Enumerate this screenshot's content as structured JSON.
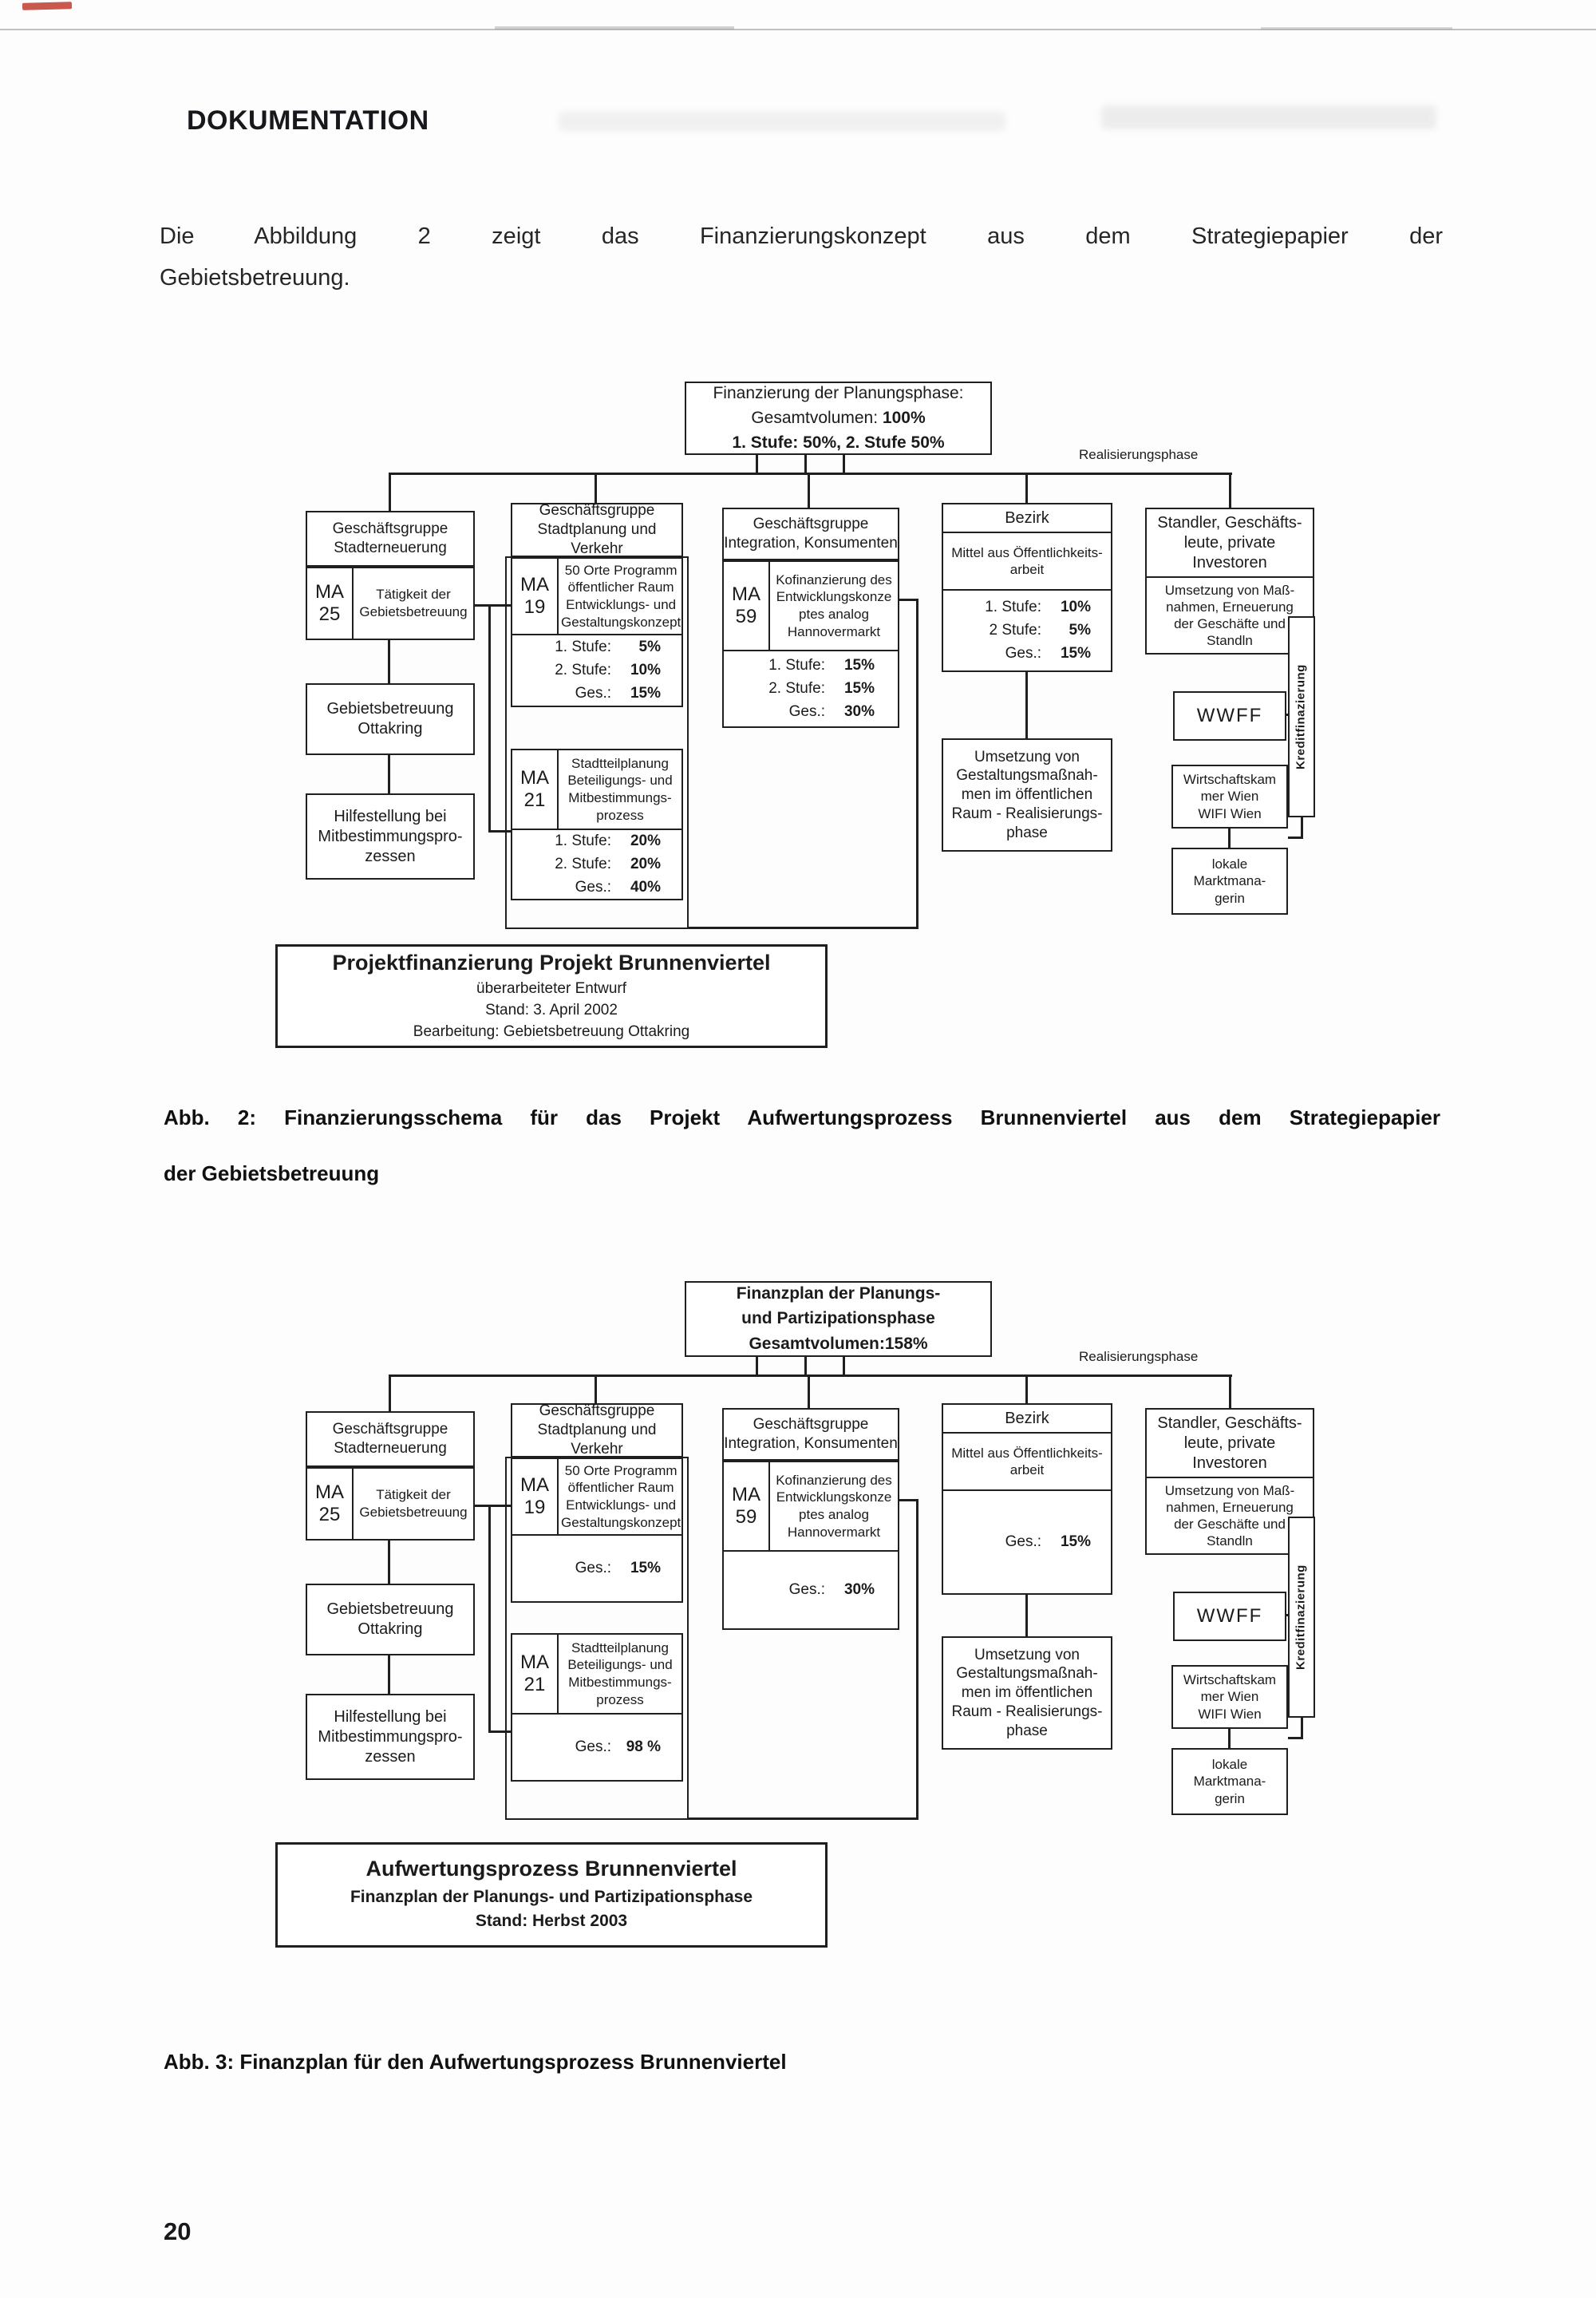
{
  "page": {
    "header": "DOKUMENTATION",
    "intro_l1": "Die Abbildung 2 zeigt das Finanzierungskonzept aus dem Strategiepapier der",
    "intro_l2": "Gebietsbetreuung.",
    "caption_abb2_l1": "Abb. 2: Finanzierungsschema für das Projekt Aufwertungsprozess Brunnenviertel aus dem Strategiepapier",
    "caption_abb2_l2": "der Gebietsbetreuung",
    "caption_abb3": "Abb. 3: Finanzplan für den Aufwertungsprozess Brunnenviertel",
    "page_number": "20"
  },
  "d1": {
    "top": {
      "l1": "Finanzierung der Planungsphase:",
      "l2a": "Gesamtvolumen:",
      "l2b": "100%",
      "l3": "1. Stufe: 50%, 2. Stufe 50%"
    },
    "realisierungsphase": "Realisierungsphase",
    "col1": {
      "header": "Geschäftsgruppe\nStadterneuerung",
      "ma_code": "MA\n25",
      "ma_label": "Tätigkeit der\nGebietsbetreuung",
      "box2": "Gebietsbetreuung\nOttakring",
      "box3": "Hilfestellung bei\nMitbestimmungspro-\nzessen"
    },
    "col2": {
      "header": "Geschäftsgruppe\nStadtplanung und Verkehr",
      "ma19": {
        "code": "MA\n19",
        "label": "50 Orte Programm\nöffentlicher Raum\nEntwicklungs- und\nGestaltungskonzept",
        "stats": [
          {
            "label": "1. Stufe:",
            "value": "5%"
          },
          {
            "label": "2. Stufe:",
            "value": "10%"
          },
          {
            "label": "Ges.:",
            "value": "15%"
          }
        ]
      },
      "ma21": {
        "code": "MA\n21",
        "label": "Stadtteilplanung\nBeteiligungs- und\nMitbestimmungs-\nprozess",
        "stats": [
          {
            "label": "1. Stufe:",
            "value": "20%"
          },
          {
            "label": "2. Stufe:",
            "value": "20%"
          },
          {
            "label": "Ges.:",
            "value": "40%"
          }
        ]
      }
    },
    "col3": {
      "header": "Geschäftsgruppe\nIntegration, Konsumenten",
      "ma59": {
        "code": "MA\n59",
        "label": "Kofinanzierung des\nEntwicklungskonze\nptes analog\nHannovermarkt",
        "stats": [
          {
            "label": "1. Stufe:",
            "value": "15%"
          },
          {
            "label": "2. Stufe:",
            "value": "15%"
          },
          {
            "label": "Ges.:",
            "value": "30%"
          }
        ]
      }
    },
    "col4": {
      "header": "Bezirk",
      "sub": "Mittel aus Öffentlichkeits-\narbeit",
      "stats": [
        {
          "label": "1. Stufe:",
          "value": "10%"
        },
        {
          "label": "2 Stufe:",
          "value": "5%"
        },
        {
          "label": "Ges.:",
          "value": "15%"
        }
      ],
      "box2": "Umsetzung von\nGestaltungsmaßnah-\nmen im öffentlichen\nRaum - Realisierungs-\nphase"
    },
    "col5": {
      "header": "Standler, Geschäfts-\nleute, private\nInvestoren",
      "sub": "Umsetzung von Maß-\nnahmen, Erneuerung\nder Geschäfte und\nStandln",
      "wwff": "WWFF",
      "wkw": "Wirtschaftskam\nmer Wien\nWIFI Wien",
      "lokale": "lokale\nMarktmana-\ngerin",
      "kredit": "Kreditfinazierung"
    },
    "bottom": {
      "title": "Projektfinanzierung Projekt Brunnenviertel",
      "l1": "überarbeiteter Entwurf",
      "l2": "Stand: 3. April 2002",
      "l3": "Bearbeitung: Gebietsbetreuung Ottakring"
    }
  },
  "d2": {
    "top": {
      "l1": "Finanzplan der Planungs-",
      "l2": "und Partizipationsphase",
      "l3": "Gesamtvolumen:158%"
    },
    "realisierungsphase": "Realisierungsphase",
    "col1": {
      "header": "Geschäftsgruppe\nStadterneuerung",
      "ma_code": "MA\n25",
      "ma_label": "Tätigkeit der\nGebietsbetreuung",
      "box2": "Gebietsbetreuung\nOttakring",
      "box3": "Hilfestellung bei\nMitbestimmungspro-\nzessen"
    },
    "col2": {
      "header": "Geschäftsgruppe\nStadtplanung und Verkehr",
      "ma19": {
        "code": "MA\n19",
        "label": "50 Orte Programm\nöffentlicher Raum\nEntwicklungs- und\nGestaltungskonzept",
        "stats": [
          {
            "label": "Ges.:",
            "value": "15%"
          }
        ]
      },
      "ma21": {
        "code": "MA\n21",
        "label": "Stadtteilplanung\nBeteiligungs- und\nMitbestimmungs-\nprozess",
        "stats": [
          {
            "label": "Ges.:",
            "value": "98 %"
          }
        ]
      }
    },
    "col3": {
      "header": "Geschäftsgruppe\nIntegration, Konsumenten",
      "ma59": {
        "code": "MA\n59",
        "label": "Kofinanzierung des\nEntwicklungskonze\nptes analog\nHannovermarkt",
        "stats": [
          {
            "label": "Ges.:",
            "value": "30%"
          }
        ]
      }
    },
    "col4": {
      "header": "Bezirk",
      "sub": "Mittel aus Öffentlichkeits-\narbeit",
      "stats": [
        {
          "label": "Ges.:",
          "value": "15%"
        }
      ],
      "box2": "Umsetzung von\nGestaltungsmaßnah-\nmen im öffentlichen\nRaum - Realisierungs-\nphase"
    },
    "col5": {
      "header": "Standler, Geschäfts-\nleute, private\nInvestoren",
      "sub": "Umsetzung von Maß-\nnahmen, Erneuerung\nder Geschäfte und\nStandln",
      "wwff": "WWFF",
      "wkw": "Wirtschaftskam\nmer Wien\nWIFI Wien",
      "lokale": "lokale\nMarktmana-\ngerin",
      "kredit": "Kreditfinazierung"
    },
    "bottom": {
      "title": "Aufwertungsprozess Brunnenviertel",
      "l1": "Finanzplan der Planungs- und Partizipationsphase",
      "l2": "Stand: Herbst 2003"
    }
  }
}
